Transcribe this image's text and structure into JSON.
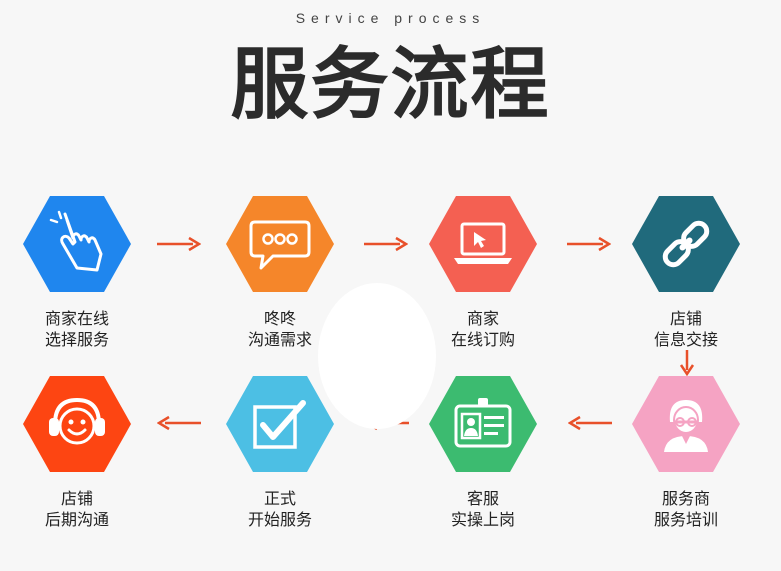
{
  "header": {
    "subtitle": "Service process",
    "title": "服务流程"
  },
  "colors": {
    "arrow": "#e8502a",
    "step1": "#1f86ee",
    "step2": "#f5862a",
    "step3": "#f46052",
    "step4": "#206a7c",
    "step5": "#f5a3c3",
    "step6": "#3cbb70",
    "step7": "#4cbfe4",
    "step8": "#fd4512"
  },
  "steps": [
    {
      "line1": "商家在线",
      "line2": "选择服务",
      "icon": "touch-hand-icon"
    },
    {
      "line1": "咚咚",
      "line2": "沟通需求",
      "icon": "chat-bubble-icon"
    },
    {
      "line1": "商家",
      "line2": "在线订购",
      "icon": "laptop-cursor-icon"
    },
    {
      "line1": "店铺",
      "line2": "信息交接",
      "icon": "chain-link-icon"
    },
    {
      "line1": "服务商",
      "line2": "服务培训",
      "icon": "trainer-person-icon"
    },
    {
      "line1": "客服",
      "line2": "实操上岗",
      "icon": "id-badge-icon"
    },
    {
      "line1": "正式",
      "line2": "开始服务",
      "icon": "checkbox-icon"
    },
    {
      "line1": "店铺",
      "line2": "后期沟通",
      "icon": "headset-smiley-icon"
    }
  ]
}
